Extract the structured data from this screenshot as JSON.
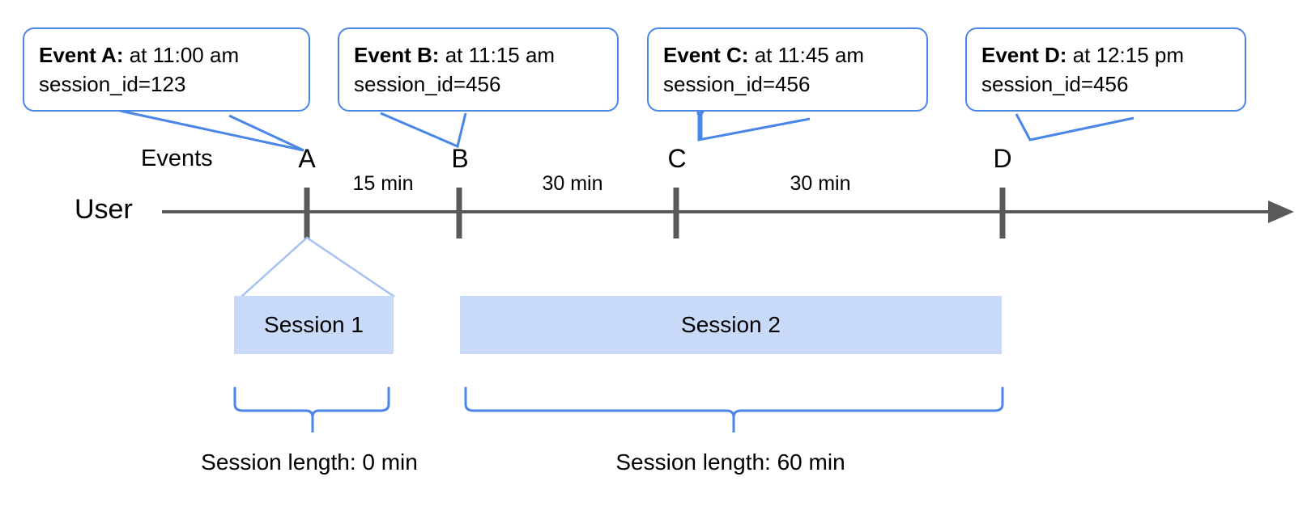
{
  "diagram": {
    "title_row_labels": {
      "events": "Events",
      "user": "User"
    },
    "callouts": [
      {
        "name": "event-a",
        "bold": "Event A:",
        "rest": " at 11:00 am",
        "line2": "session_id=123"
      },
      {
        "name": "event-b",
        "bold": "Event B:",
        "rest": " at 11:15 am",
        "line2": "session_id=456"
      },
      {
        "name": "event-c",
        "bold": "Event C:",
        "rest": " at 11:45 am",
        "line2": "session_id=456"
      },
      {
        "name": "event-d",
        "bold": "Event D:",
        "rest": " at 12:15 pm",
        "line2": "session_id=456"
      }
    ],
    "event_markers": [
      {
        "letter": "A",
        "time": "11:00 am",
        "session_id": "123"
      },
      {
        "letter": "B",
        "time": "11:15 am",
        "session_id": "456"
      },
      {
        "letter": "C",
        "time": "11:45 am",
        "session_id": "456"
      },
      {
        "letter": "D",
        "time": "12:15 pm",
        "session_id": "456"
      }
    ],
    "gaps": [
      {
        "label": "15 min",
        "from": "A",
        "to": "B"
      },
      {
        "label": "30 min",
        "from": "B",
        "to": "C"
      },
      {
        "label": "30 min",
        "from": "C",
        "to": "D"
      }
    ],
    "sessions": [
      {
        "label": "Session 1",
        "length_label": "Session length: 0 min"
      },
      {
        "label": "Session 2",
        "length_label": "Session length: 60 min"
      }
    ],
    "colors": {
      "accent_blue": "#4a86e8",
      "session_fill": "#c9daf8",
      "axis_gray": "#595959",
      "text_black": "#000000"
    }
  }
}
